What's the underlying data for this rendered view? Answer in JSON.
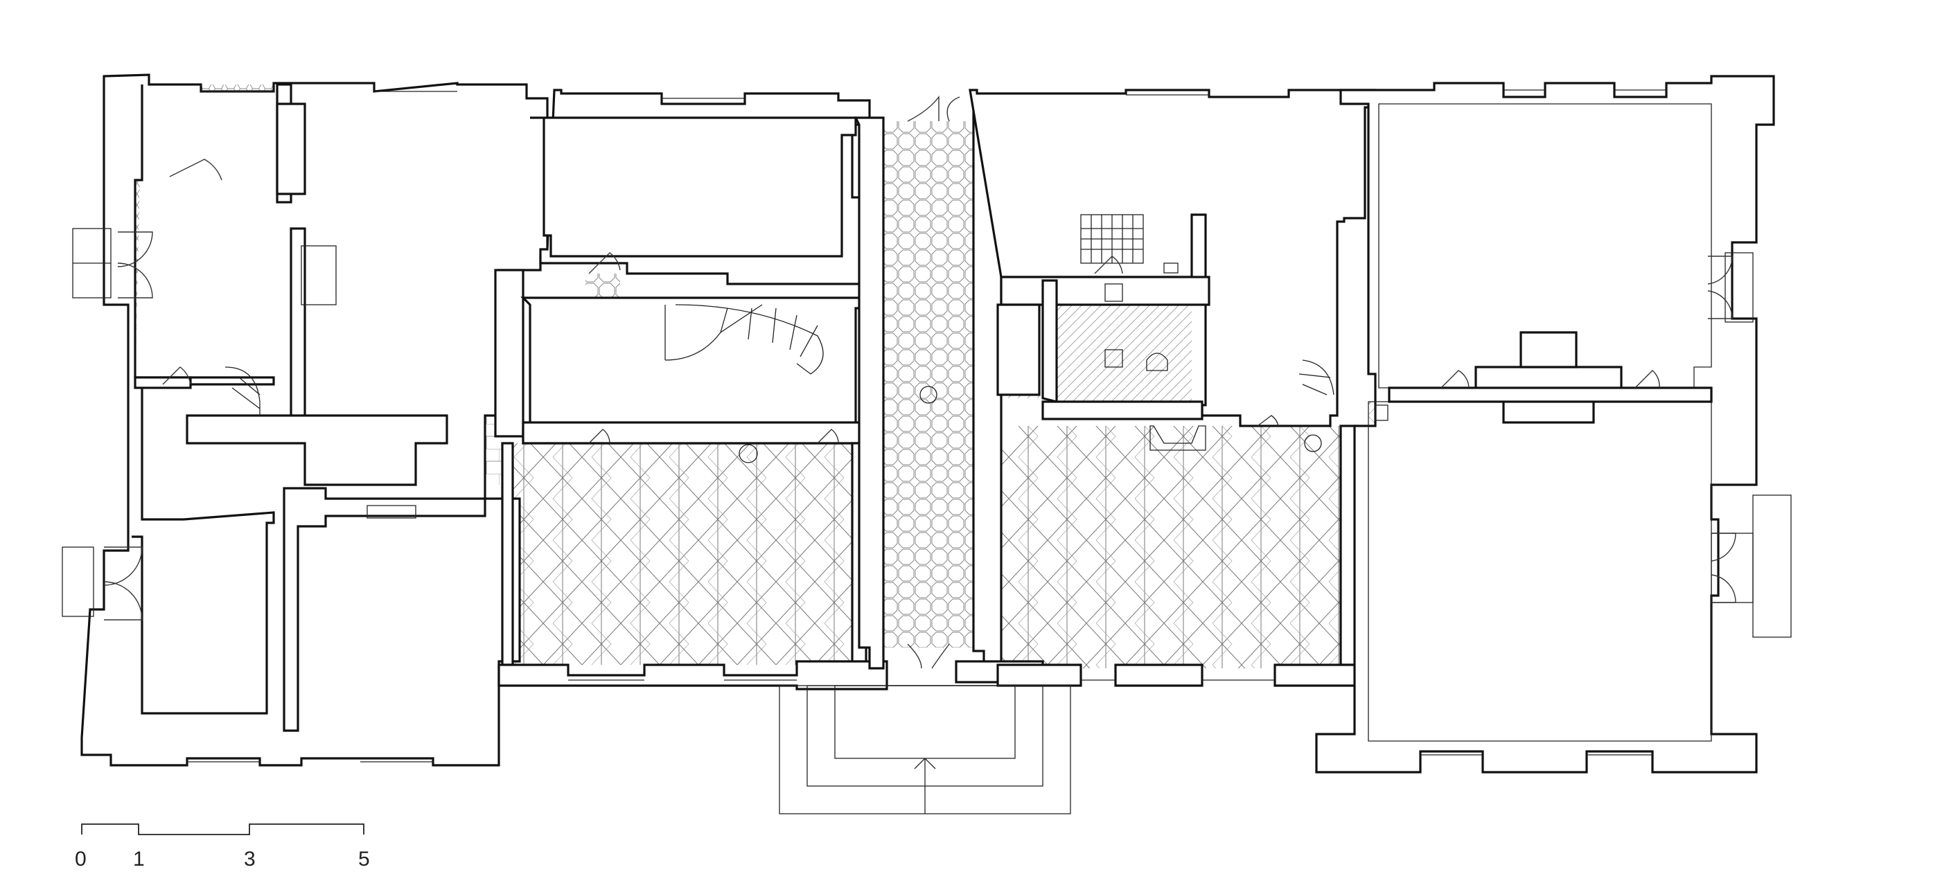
{
  "scale_bar": {
    "labels": [
      "0",
      "1",
      "3",
      "5"
    ]
  },
  "patterns": {
    "herringbone": "herringbone-parquet",
    "octagon": "octagon-tile",
    "plank": "plank-floor",
    "brick": "brick-paving",
    "hex": "hexagon-tile"
  },
  "colors": {
    "line": "#111111",
    "background": "#ffffff"
  }
}
